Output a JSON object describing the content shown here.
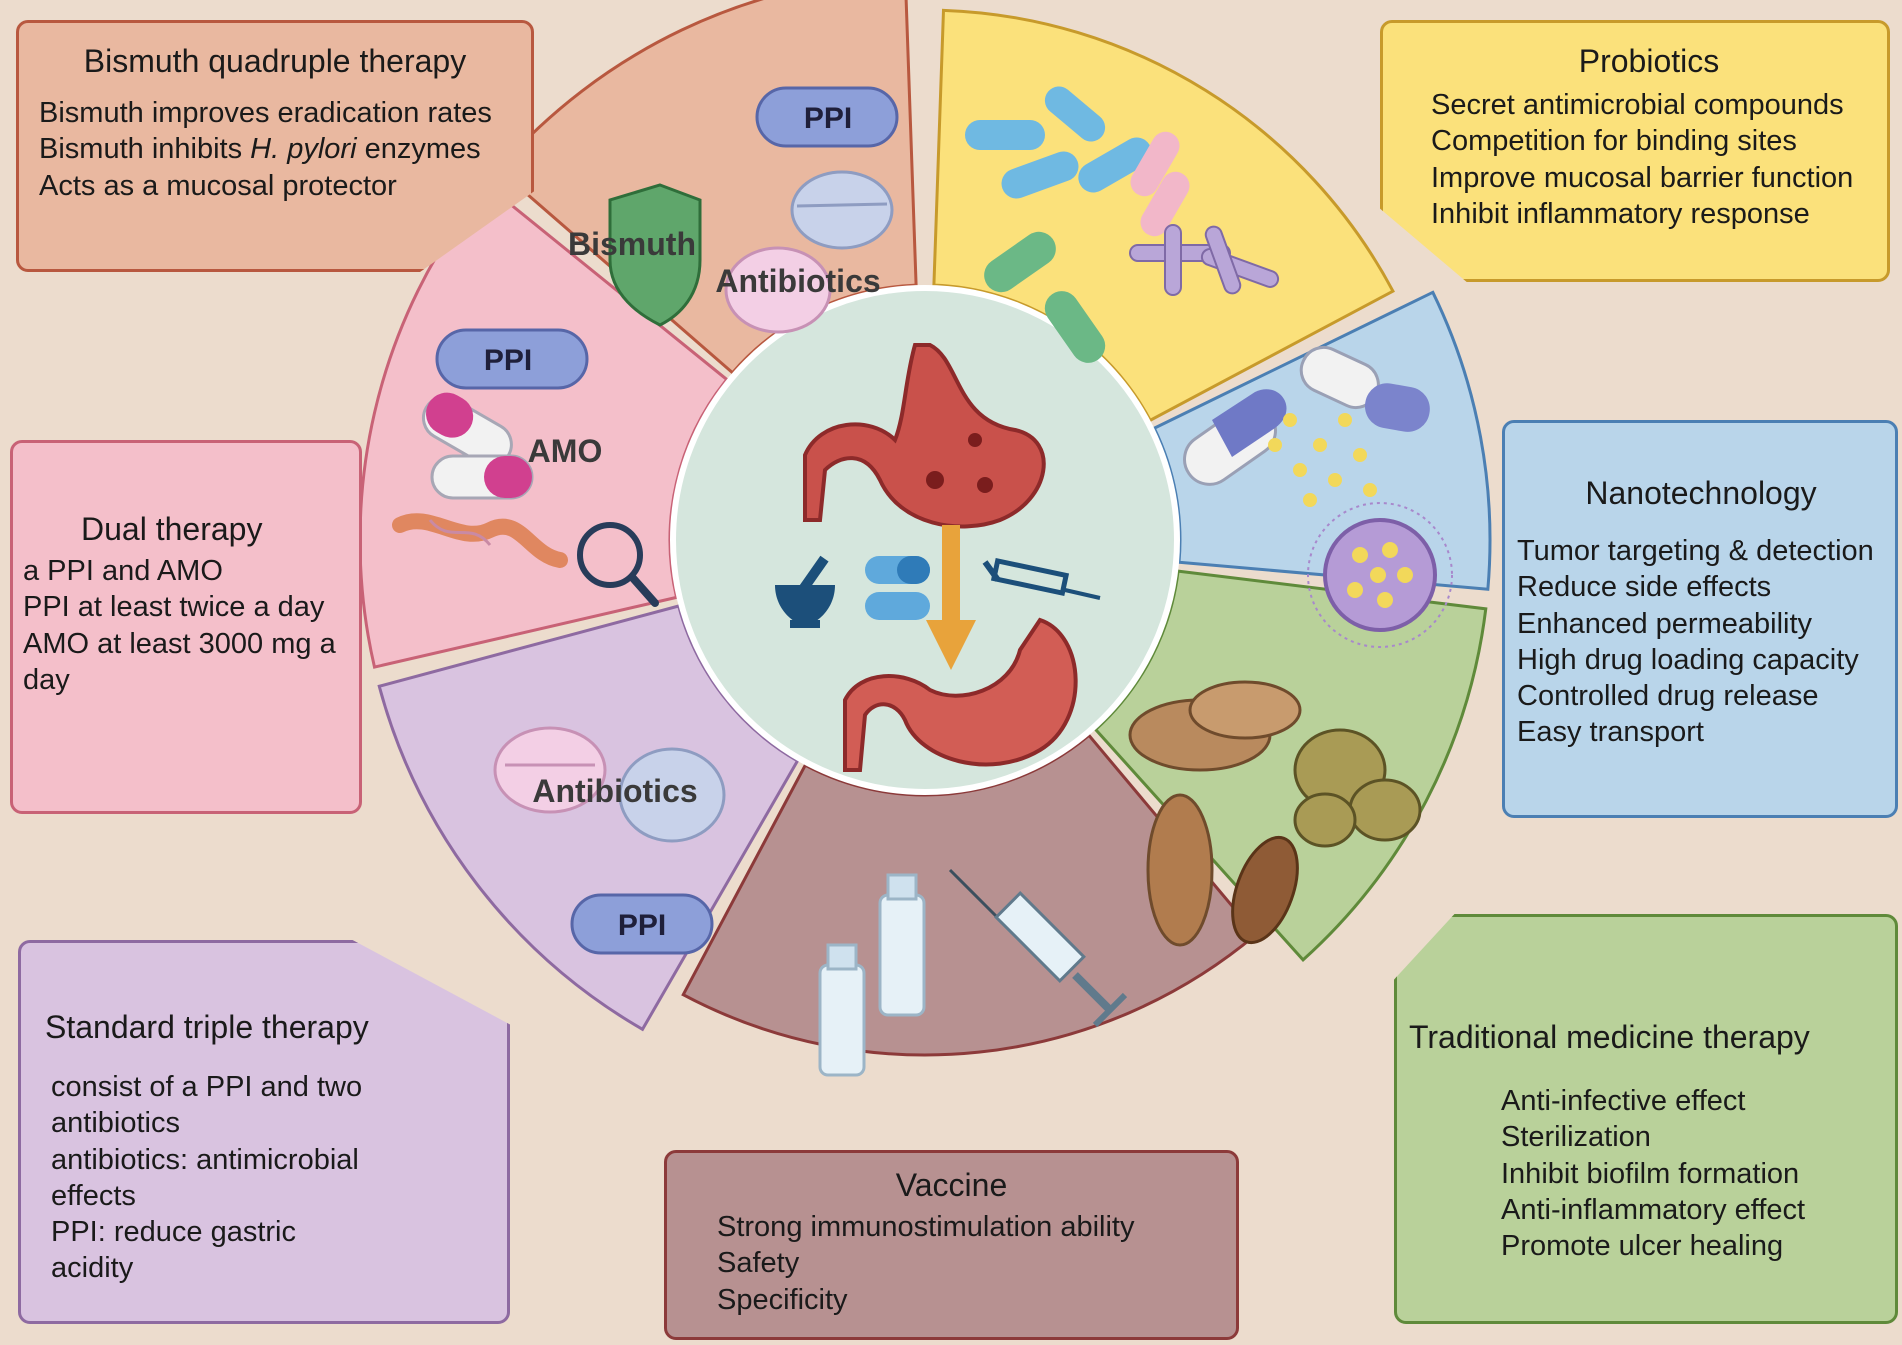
{
  "colors": {
    "background": "#ecdccd",
    "bismuth": "#e9b8a0",
    "probiotics": "#fbe17b",
    "nanotech": "#b9d5ea",
    "traditional": "#b9d19a",
    "vaccine": "#b79191",
    "triple": "#d9c3e0",
    "dual": "#f4bfca",
    "center": "#d5e6dd"
  },
  "boxes": {
    "bismuth": {
      "title": "Bismuth quadruple therapy",
      "items": [
        "Bismuth improves eradication rates",
        "Bismuth inhibits ",
        "Acts as a mucosal protector"
      ],
      "italic": "H. pylori",
      "tail": " enzymes"
    },
    "probiotics": {
      "title": "Probiotics",
      "items": [
        "Secret antimicrobial compounds",
        "Competition for binding sites",
        "Improve mucosal barrier function",
        "Inhibit inflammatory response"
      ]
    },
    "nanotech": {
      "title": "Nanotechnology",
      "items": [
        "Tumor targeting & detection",
        "Reduce side effects",
        "Enhanced permeability",
        "High drug loading capacity",
        "Controlled drug release",
        "Easy transport"
      ]
    },
    "dual": {
      "title": "Dual therapy",
      "items": [
        " a PPI and AMO",
        "PPI at least twice a day",
        "AMO at least 3000 mg a day"
      ]
    },
    "triple": {
      "title": "Standard triple therapy",
      "items": [
        "consist of a PPI and two antibiotics",
        "antibiotics: antimicrobial effects",
        "PPI: reduce gastric acidity"
      ]
    },
    "vaccine": {
      "title": "Vaccine",
      "items": [
        "Strong immunostimulation ability",
        "Safety",
        "Specificity"
      ]
    },
    "traditional": {
      "title": "Traditional medicine therapy",
      "items": [
        "Anti-infective effect",
        "Sterilization",
        "Inhibit biofilm formation",
        "Anti-inflammatory effect",
        "Promote ulcer healing"
      ]
    }
  },
  "wheel_labels": {
    "ppi": "PPI",
    "bismuth": "Bismuth",
    "antibiotics": "Antibiotics",
    "amo": "AMO"
  },
  "icons": [
    "stomach-icon",
    "mortar-icon",
    "capsule-icon",
    "syringe-icon",
    "shield-icon",
    "bacteria-icon",
    "nanoparticle-icon",
    "herb-icon",
    "vial-icon",
    "magnifier-icon",
    "tablet-icon"
  ]
}
